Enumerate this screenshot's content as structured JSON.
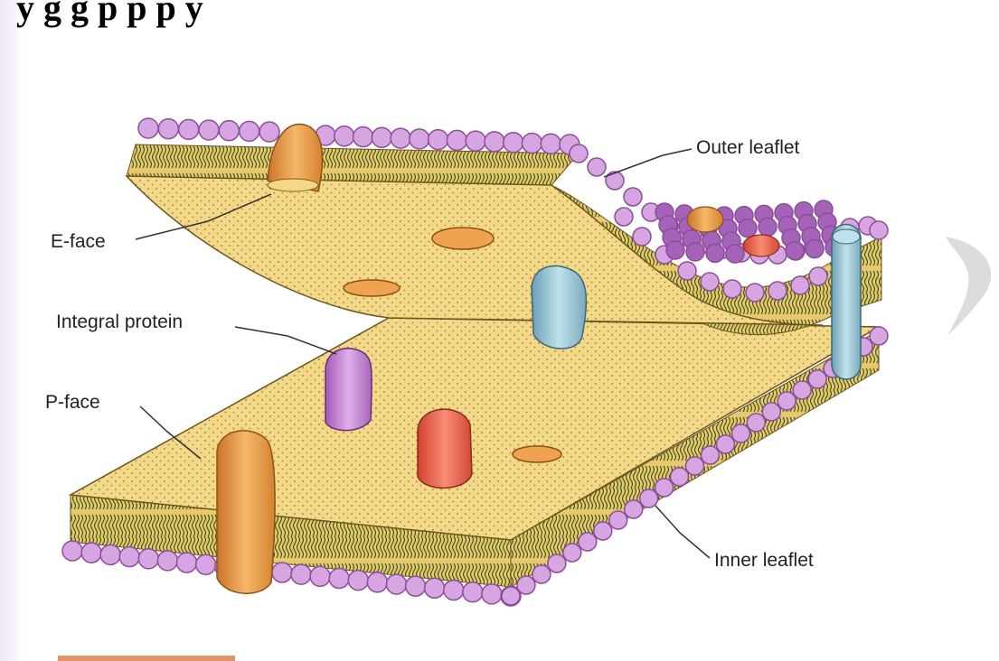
{
  "header": {
    "title_fragment": "y g                 g p p p y"
  },
  "labels": {
    "outer_leaflet": "Outer leaflet",
    "e_face": "E-face",
    "integral_protein": "Integral protein",
    "p_face": "P-face",
    "inner_leaflet": "Inner leaflet"
  },
  "colors": {
    "bilayer_face": "#f3d888",
    "bilayer_edge": "#e7c46a",
    "head_group": "#d7a6e2",
    "head_outline": "#8b4e99",
    "tail": "#3f5a1e",
    "protein_orange": "#f0a250",
    "protein_blue": "#9cc8d6",
    "protein_purple": "#c98ad6",
    "protein_red": "#ef6a55"
  },
  "decorations": {
    "corner_logo": "swoosh-logo"
  }
}
